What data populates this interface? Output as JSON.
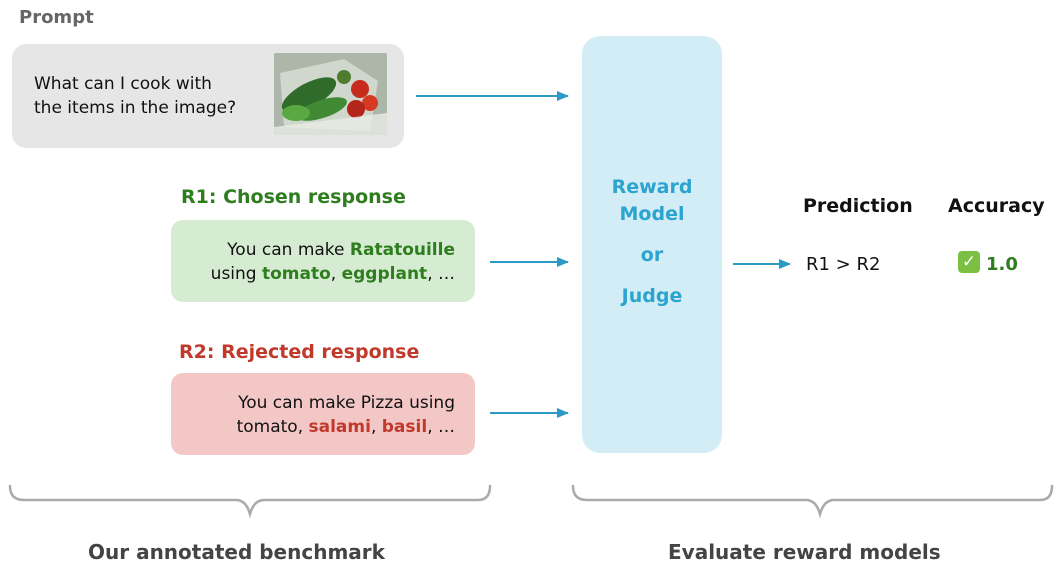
{
  "prompt": {
    "section_label": "Prompt",
    "text_line1": "What can I cook with",
    "text_line2": "the items in the image?",
    "image_icon": "vegetables-photo-icon"
  },
  "r1": {
    "title": "R1: Chosen response",
    "text_prefix": "You can make ",
    "dish": "Ratatouille",
    "line2_prefix": "using ",
    "ingredient1": "tomato",
    "sep": ", ",
    "ingredient2": "eggplant",
    "ellipsis": ", …"
  },
  "r2": {
    "title": "R2: Rejected response",
    "line1": "You can make Pizza using",
    "line2_prefix": "tomato, ",
    "ingredient1": "salami",
    "sep": ", ",
    "ingredient2": "basil",
    "ellipsis": ", …"
  },
  "model": {
    "line1": "Reward",
    "line2": "Model",
    "line3": "or",
    "line4": "Judge"
  },
  "results": {
    "prediction_header": "Prediction",
    "accuracy_header": "Accuracy",
    "prediction_value": "R1 > R2",
    "check_icon": "checkmark-icon",
    "accuracy_value": "1.0"
  },
  "footer": {
    "left_label": "Our annotated benchmark",
    "right_label": "Evaluate reward models"
  },
  "colors": {
    "arrow": "#2b9ac4",
    "chosen": "#2e7d1e",
    "rejected": "#c0392b",
    "model_fill": "#d3edf6",
    "brace": "#aaaaaa"
  }
}
